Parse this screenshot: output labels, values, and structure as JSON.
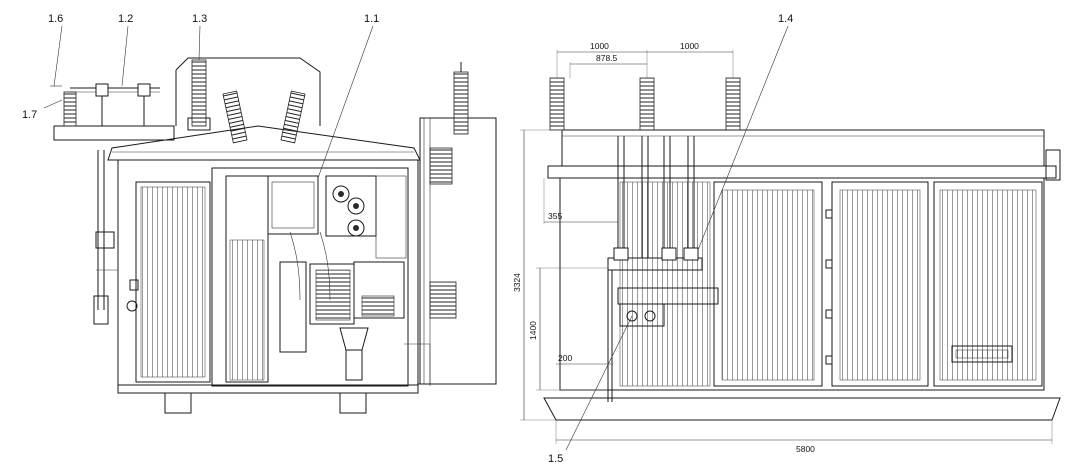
{
  "callouts": {
    "c16": "1.6",
    "c12": "1.2",
    "c13": "1.3",
    "c11": "1.1",
    "c17": "1.7",
    "c14": "1.4",
    "c15": "1.5"
  },
  "dimensions": {
    "top_left": "1000",
    "top_right": "1000",
    "inner": "878.5",
    "offset_355": "355",
    "height_3324": "3324",
    "height_1400": "1400",
    "offset_200": "200",
    "length_5800": "5800"
  }
}
